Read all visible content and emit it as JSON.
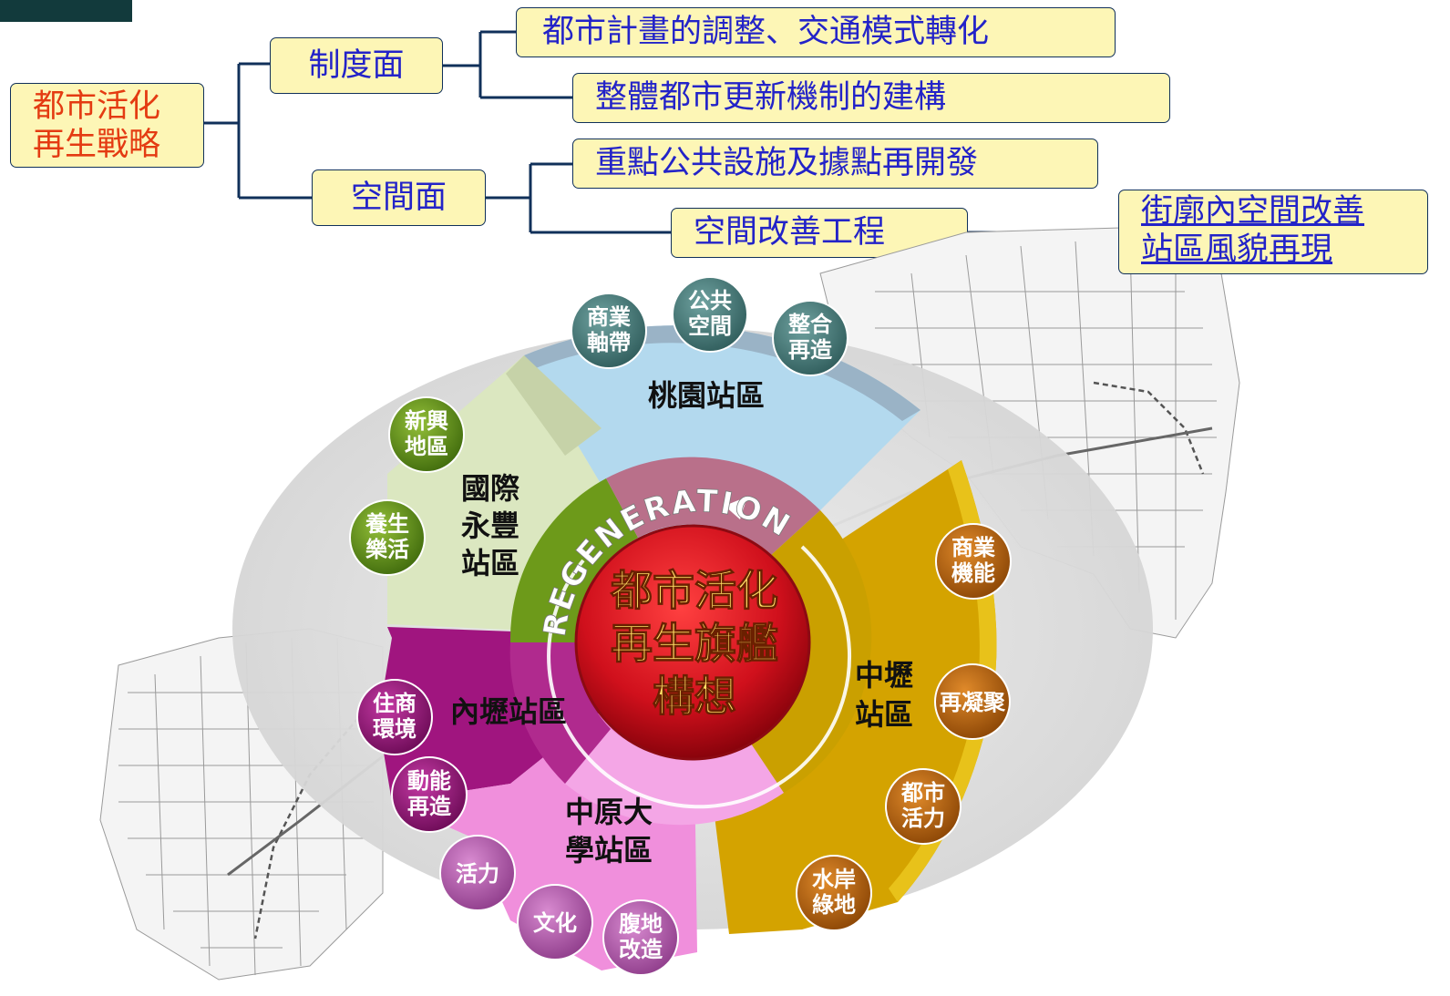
{
  "strategy": {
    "root": [
      "都市活化",
      "再生戰略"
    ],
    "institutional": {
      "label": "制度面",
      "items": [
        "都市計畫的調整、交通模式轉化",
        "整體都市更新機制的建構"
      ]
    },
    "spatial": {
      "label": "空間面",
      "items": [
        "重點公共設施及據點再開發",
        "空間改善工程"
      ],
      "sub_items": [
        "街廓內空間改善",
        "站區風貌再現"
      ]
    }
  },
  "flagship": {
    "center": [
      "都市活化",
      "再生旗艦",
      "構想"
    ],
    "ring_text": "REGENERATION",
    "colors": {
      "center": "#c8101c",
      "taoyuan": "#b3d9ee",
      "guoji": "#dbe7c0",
      "zhongli": "#d4a300",
      "neili": "#a0157f",
      "zhongyuan": "#f08fdc"
    },
    "stations": [
      {
        "id": "taoyuan",
        "name": [
          "桃園站區"
        ],
        "bubbles": [
          [
            "商業",
            "軸帶"
          ],
          [
            "公共",
            "空間"
          ],
          [
            "整合",
            "再造"
          ]
        ]
      },
      {
        "id": "guoji",
        "name": [
          "國際",
          "永豐",
          "站區"
        ],
        "bubbles": [
          [
            "新興",
            "地區"
          ],
          [
            "養生",
            "樂活"
          ]
        ]
      },
      {
        "id": "zhongli",
        "name": [
          "中壢",
          "站區"
        ],
        "bubbles": [
          [
            "商業",
            "機能"
          ],
          [
            "再凝聚"
          ],
          [
            "都市",
            "活力"
          ],
          [
            "水岸",
            "綠地"
          ]
        ]
      },
      {
        "id": "neili",
        "name": [
          "內壢站區"
        ],
        "bubbles": [
          [
            "住商",
            "環境"
          ],
          [
            "動能",
            "再造"
          ]
        ]
      },
      {
        "id": "zhongyuan",
        "name": [
          "中原大",
          "學站區"
        ],
        "bubbles": [
          [
            "活力"
          ],
          [
            "文化"
          ],
          [
            "腹地",
            "改造"
          ]
        ]
      }
    ]
  }
}
